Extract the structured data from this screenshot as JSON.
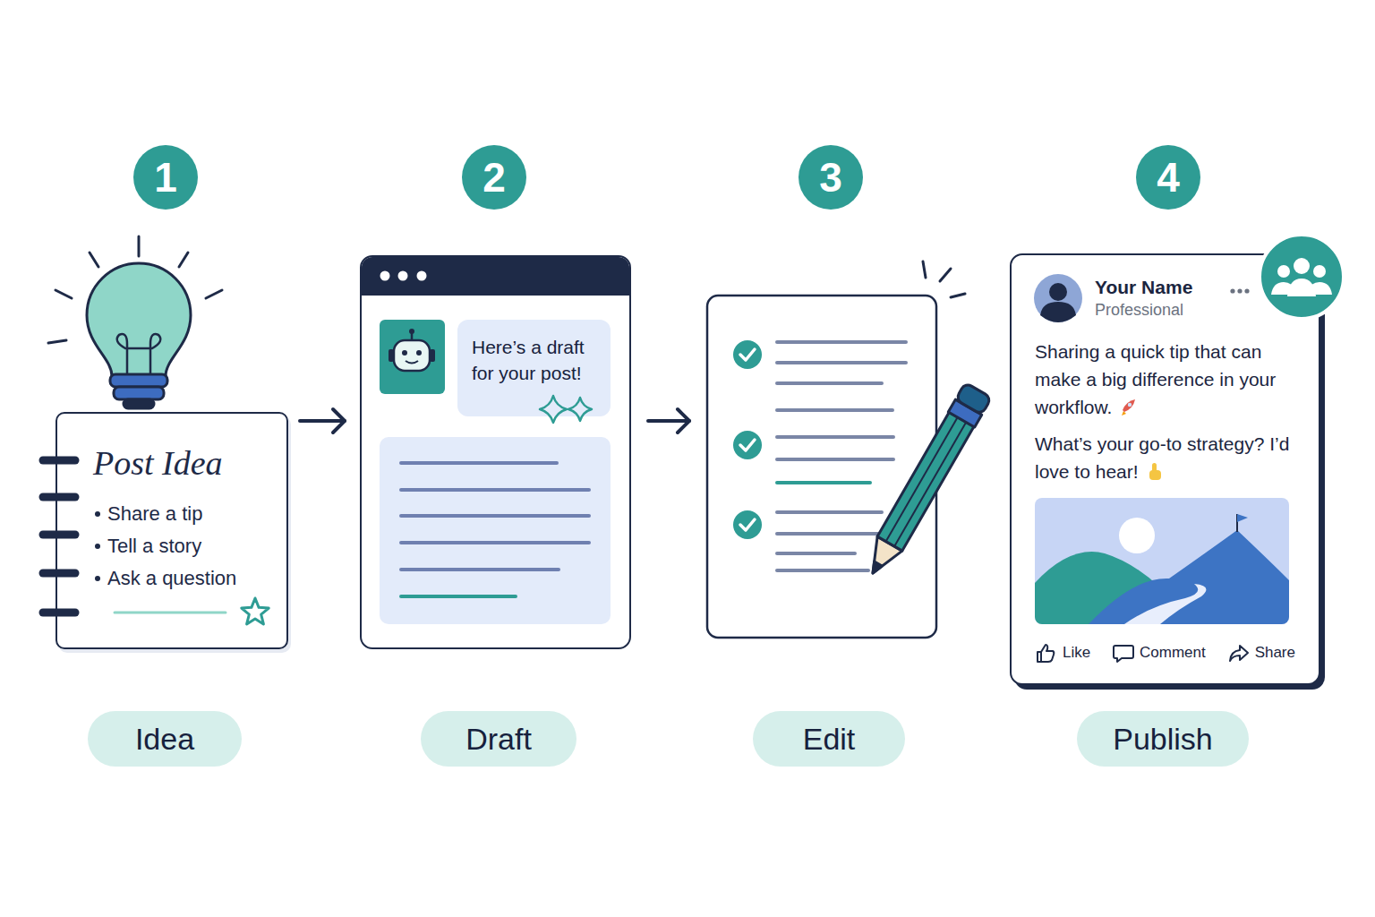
{
  "diagram": {
    "nodes": [
      {
        "text": [
          "1"
        ]
      },
      {
        "text": [
          "Post Idea",
          "Share a tip",
          "Tell a story",
          "Ask a question"
        ]
      },
      {
        "text": [
          "Idea"
        ]
      },
      {
        "text": [
          "2"
        ]
      },
      {
        "text": []
      },
      {
        "text": [
          "Here’s a draft for your post!"
        ],
        "in": 4
      },
      {
        "text": [
          "Draft"
        ]
      },
      {
        "text": [
          "3"
        ]
      },
      {
        "text": [
          "Edit"
        ]
      },
      {
        "text": [
          "4"
        ]
      },
      {
        "text": [
          "Your Name",
          "Professional",
          "Sharing a quick tip that can make a big difference in your workflow.",
          "What’s your go-to strategy? I’d love to hear!",
          "Like",
          "Comment",
          "Share"
        ]
      },
      {
        "text": [
          "Publish"
        ]
      }
    ],
    "edges": [
      {
        "from": 1,
        "to": 4,
        "arrow": "to"
      }
    ]
  }
}
